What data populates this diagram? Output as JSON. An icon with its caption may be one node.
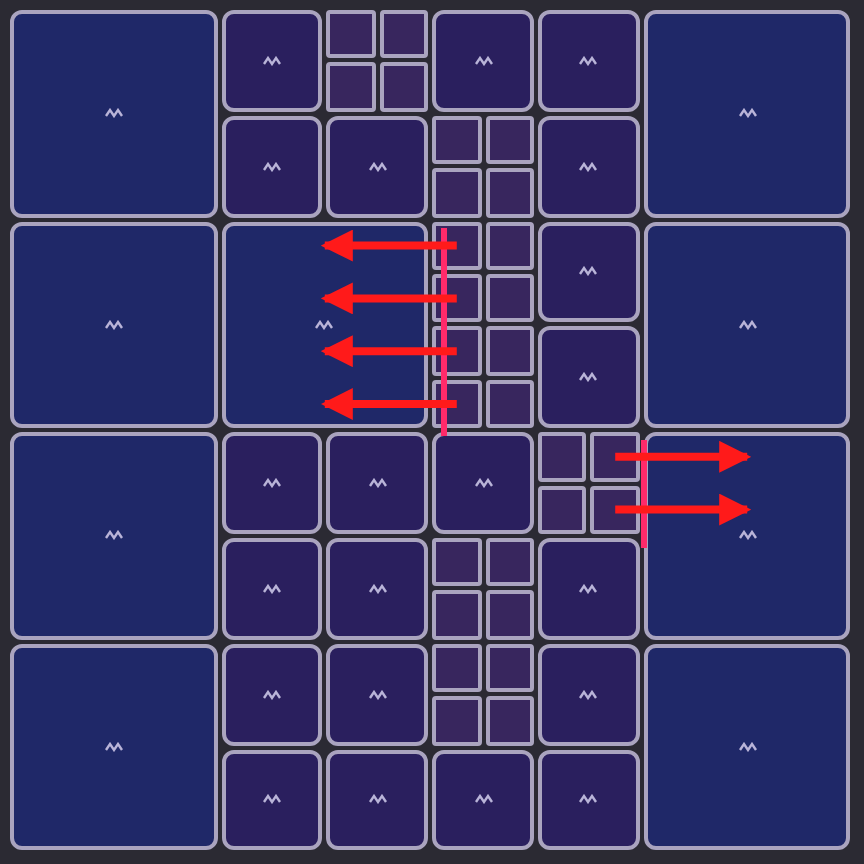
{
  "diagram": {
    "nodes": [
      {
        "text": [],
        "shape": "box"
      },
      {
        "text": [],
        "shape": "box"
      },
      {
        "text": [],
        "shape": "box"
      },
      {
        "text": [],
        "shape": "box"
      },
      {
        "text": [],
        "shape": "box"
      },
      {
        "text": [],
        "shape": "box"
      },
      {
        "text": [],
        "shape": "box"
      },
      {
        "text": [],
        "shape": "box"
      },
      {
        "text": [],
        "shape": "box"
      },
      {
        "text": [],
        "shape": "box"
      },
      {
        "text": [],
        "shape": "box"
      },
      {
        "text": [],
        "shape": "box"
      },
      {
        "text": [],
        "shape": "box"
      },
      {
        "text": [],
        "shape": "box"
      },
      {
        "text": [],
        "shape": "box"
      },
      {
        "text": [],
        "shape": "box"
      },
      {
        "text": [],
        "shape": "box"
      },
      {
        "text": [],
        "shape": "box"
      },
      {
        "text": [],
        "shape": "box"
      },
      {
        "text": [],
        "shape": "box"
      },
      {
        "text": [],
        "shape": "box"
      },
      {
        "text": [],
        "shape": "box"
      },
      {
        "text": [],
        "shape": "box"
      },
      {
        "text": [],
        "shape": "box"
      },
      {
        "text": [],
        "shape": "box"
      },
      {
        "text": [],
        "shape": "box"
      },
      {
        "text": [],
        "shape": "box"
      },
      {
        "text": [],
        "shape": "box"
      },
      {
        "text": [],
        "shape": "box"
      },
      {
        "text": [],
        "shape": "box"
      },
      {
        "text": [],
        "shape": "box"
      },
      {
        "text": [],
        "shape": "box"
      },
      {
        "text": [],
        "shape": "box"
      },
      {
        "text": [],
        "shape": "box"
      },
      {
        "text": [],
        "shape": "box"
      },
      {
        "text": [],
        "shape": "box"
      },
      {
        "text": [],
        "shape": "box"
      },
      {
        "text": [],
        "shape": "box"
      },
      {
        "text": [],
        "shape": "box"
      },
      {
        "text": [],
        "shape": "box"
      },
      {
        "text": [],
        "shape": "box"
      },
      {
        "text": [],
        "shape": "box"
      },
      {
        "text": [],
        "shape": "box"
      },
      {
        "text": [],
        "shape": "box"
      },
      {
        "text": [],
        "shape": "box"
      },
      {
        "text": [],
        "shape": "box"
      },
      {
        "text": [],
        "shape": "box"
      },
      {
        "text": [],
        "shape": "box"
      },
      {
        "text": [],
        "shape": "box"
      },
      {
        "text": [],
        "shape": "box"
      },
      {
        "text": [],
        "shape": "box"
      },
      {
        "text": [],
        "shape": "box"
      },
      {
        "text": [],
        "shape": "box"
      },
      {
        "text": [],
        "shape": "box"
      },
      {
        "text": [],
        "shape": "box"
      },
      {
        "text": [],
        "shape": "box"
      },
      {
        "text": [],
        "shape": "box"
      },
      {
        "text": [],
        "shape": "box"
      }
    ],
    "edges": [
      {
        "from": 18,
        "to": 17,
        "arrow": "to"
      },
      {
        "from": 22,
        "to": 17,
        "arrow": "to"
      },
      {
        "from": 24,
        "to": 17,
        "arrow": "to"
      },
      {
        "from": 27,
        "to": 17,
        "arrow": "to"
      },
      {
        "from": 34,
        "to": 35,
        "arrow": "to"
      },
      {
        "from": 37,
        "to": 35,
        "arrow": "to"
      }
    ]
  }
}
